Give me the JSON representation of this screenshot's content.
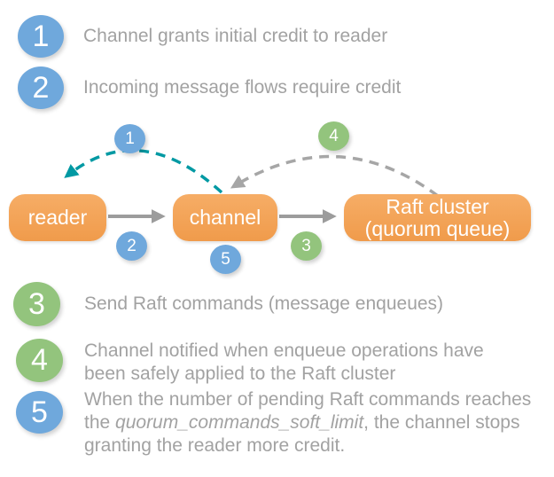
{
  "colors": {
    "step_blue": "#6FA8DC",
    "step_green": "#93C47D",
    "node_orange": "#F3A159",
    "credit_arrow_teal": "#0099A3",
    "applied_arrow_gray": "#A6A6A6",
    "solid_arrow_gray": "#9C9C9C",
    "legend_text_gray": "#A2A2A2"
  },
  "steps_top": [
    {
      "num": "1",
      "text": "Channel grants initial credit to reader"
    },
    {
      "num": "2",
      "text": "Incoming message flows require credit"
    }
  ],
  "steps_bottom": [
    {
      "num": "3",
      "text": "Send Raft commands (message enqueues)"
    },
    {
      "num": "4",
      "text": "Channel notified when enqueue operations have been safely applied to the Raft cluster"
    },
    {
      "num": "5",
      "text_before": "When the number of pending Raft commands reaches the ",
      "text_italic": "quorum_commands_soft_limit",
      "text_after": ", the channel stops granting the reader more credit."
    }
  ],
  "diagram": {
    "nodes": {
      "reader": "reader",
      "channel": "channel",
      "raft_line1": "Raft cluster",
      "raft_line2": "(quorum queue)"
    },
    "badges": [
      "1",
      "2",
      "3",
      "4",
      "5"
    ]
  }
}
